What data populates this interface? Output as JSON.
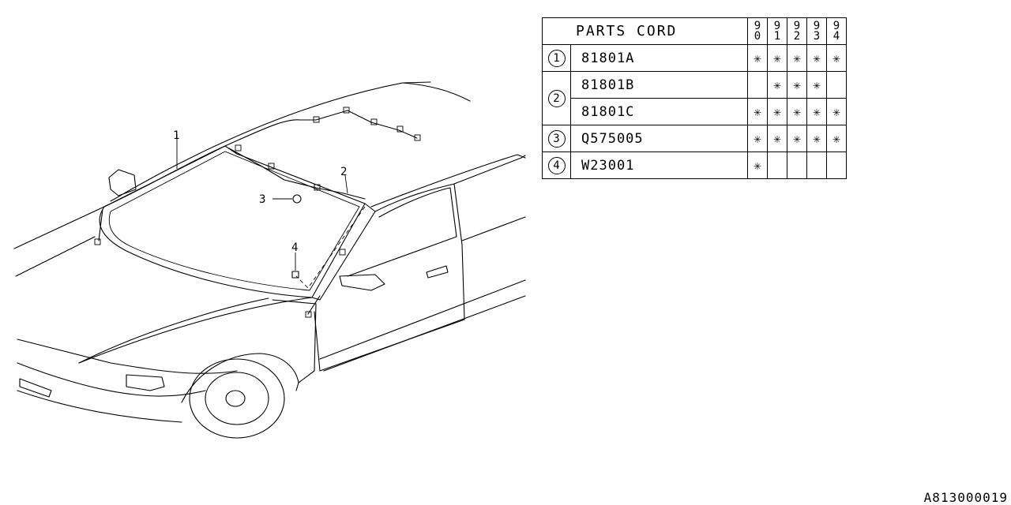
{
  "diagram": {
    "callouts": [
      "1",
      "2",
      "3",
      "4"
    ]
  },
  "table": {
    "header_title": "PARTS CORD",
    "years": [
      [
        "9",
        "0"
      ],
      [
        "9",
        "1"
      ],
      [
        "9",
        "2"
      ],
      [
        "9",
        "3"
      ],
      [
        "9",
        "4"
      ]
    ],
    "mark": "✳",
    "groups": [
      {
        "ref": "1",
        "rows": [
          {
            "code": "81801A",
            "marks": [
              true,
              true,
              true,
              true,
              true
            ]
          }
        ]
      },
      {
        "ref": "2",
        "rows": [
          {
            "code": "81801B",
            "marks": [
              false,
              true,
              true,
              true,
              false
            ]
          },
          {
            "code": "81801C",
            "marks": [
              true,
              true,
              true,
              true,
              true
            ]
          }
        ]
      },
      {
        "ref": "3",
        "rows": [
          {
            "code": "Q575005",
            "marks": [
              true,
              true,
              true,
              true,
              true
            ]
          }
        ]
      },
      {
        "ref": "4",
        "rows": [
          {
            "code": "W23001",
            "marks": [
              true,
              false,
              false,
              false,
              false
            ]
          }
        ]
      }
    ]
  },
  "figure_id": "A813000019"
}
